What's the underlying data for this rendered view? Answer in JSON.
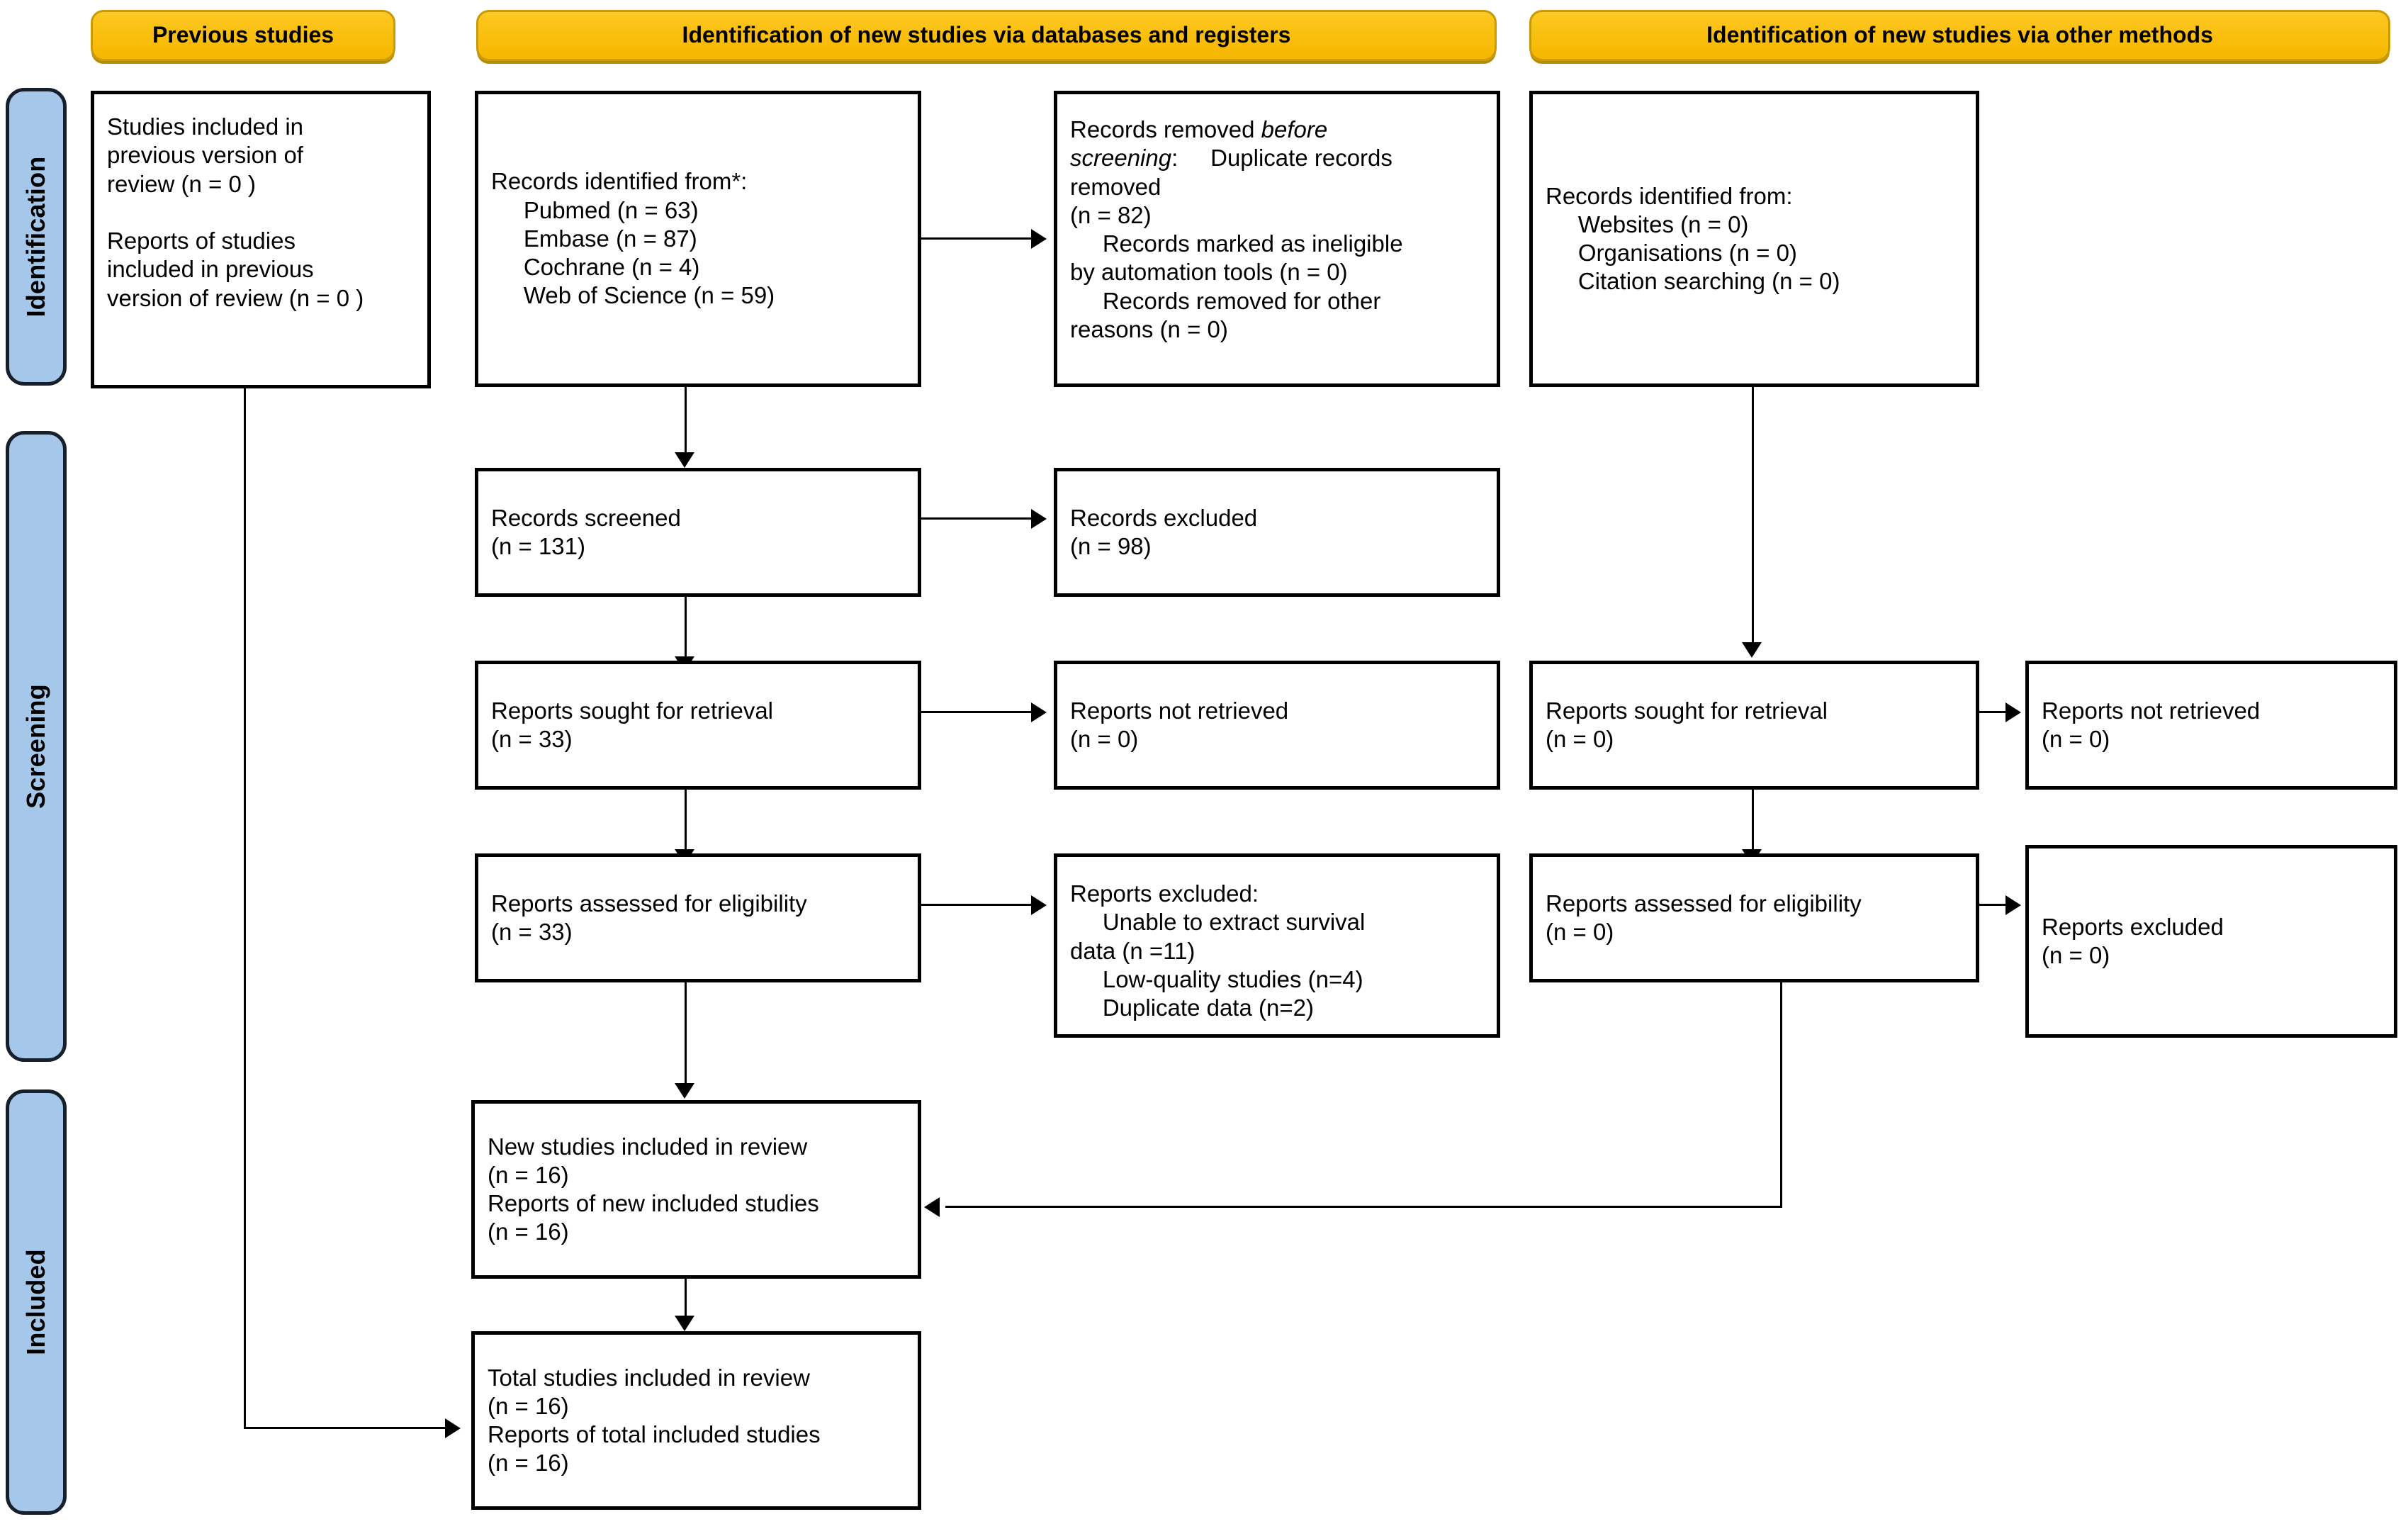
{
  "diagram": {
    "title": "PRISMA 2020 flow diagram for updated systematic reviews",
    "accent_yellow": "#F9BE0D",
    "accent_blue": "#A5C8EA",
    "line_color": "#000000"
  },
  "phases": [
    {
      "id": "identification",
      "label": "Identification"
    },
    {
      "id": "screening",
      "label": "Screening"
    },
    {
      "id": "included",
      "label": "Included"
    }
  ],
  "columns": {
    "previous": {
      "header": "Previous studies"
    },
    "databases": {
      "header": "Identification of new studies via databases and registers"
    },
    "other": {
      "header": "Identification of new studies via other methods"
    }
  },
  "boxes": {
    "previous_studies": {
      "name": "studies-included-in-previous-version",
      "text": "Studies included in\nprevious version of\nreview (n = 0 )\n\nReports of studies\nincluded in previous\nversion of review (n = 0 )"
    },
    "records_identified": {
      "name": "records-identified-from-databases",
      "text": "Records identified from*:\n     Pubmed (n = 63)\n     Embase (n = 87)\n     Cochrane (n = 4)\n     Web of Science (n = 59)"
    },
    "records_removed": {
      "name": "records-removed-before-screening",
      "line1_pre": "Records removed ",
      "line1_ital": "before",
      "line2_ital": "screening",
      "line2_post": ":",
      "rest": "     Duplicate records removed\n(n = 82)\n     Records marked as ineligible\nby automation tools (n = 0)\n     Records removed for other\nreasons (n = 0)"
    },
    "records_screened": {
      "name": "records-screened",
      "text": "Records screened\n(n = 131)"
    },
    "records_excluded": {
      "name": "records-excluded",
      "text": "Records excluded\n(n = 98)"
    },
    "reports_sought_db": {
      "name": "reports-sought-for-retrieval-databases",
      "text": "Reports sought for retrieval\n(n = 33)"
    },
    "reports_not_retrieved_db": {
      "name": "reports-not-retrieved-databases",
      "text": "Reports not retrieved\n(n = 0)"
    },
    "reports_assessed_db": {
      "name": "reports-assessed-for-eligibility-databases",
      "text": "Reports assessed for eligibility\n(n = 33)"
    },
    "reports_excluded_db": {
      "name": "reports-excluded-databases",
      "text": "Reports excluded:\n     Unable to extract survival\ndata (n =11)\n     Low-quality studies (n=4)\n     Duplicate data (n=2)"
    },
    "new_studies_included": {
      "name": "new-studies-included-in-review",
      "text": "New studies included in review\n(n = 16)\nReports of new included studies\n(n = 16)"
    },
    "total_studies_included": {
      "name": "total-studies-included-in-review",
      "text": "Total studies included in review\n(n = 16)\nReports of total included studies\n(n = 16)"
    },
    "records_identified_other": {
      "name": "records-identified-from-other-methods",
      "text": "Records identified from:\n     Websites (n = 0)\n     Organisations (n = 0)\n     Citation searching (n = 0)"
    },
    "reports_sought_other": {
      "name": "reports-sought-for-retrieval-other",
      "text": "Reports sought for retrieval\n(n = 0)"
    },
    "reports_not_retrieved_other": {
      "name": "reports-not-retrieved-other",
      "text": "Reports not retrieved\n(n = 0)"
    },
    "reports_assessed_other": {
      "name": "reports-assessed-for-eligibility-other",
      "text": "Reports assessed for eligibility\n(n = 0)"
    },
    "reports_excluded_other": {
      "name": "reports-excluded-other",
      "text": "Reports excluded\n(n = 0)"
    }
  }
}
